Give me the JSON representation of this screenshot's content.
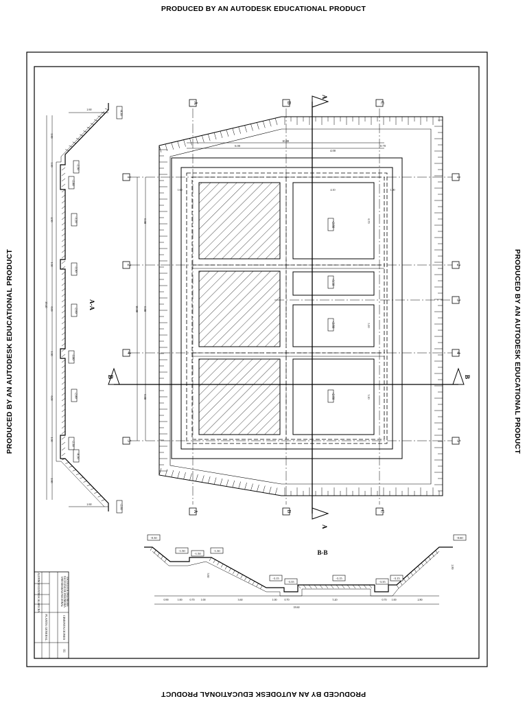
{
  "stamp": "PRODUCED BY AN AUTODESK EDUCATIONAL PRODUCT",
  "grid_columns": [
    "A",
    "B",
    "C"
  ],
  "grid_rows": [
    "1",
    "2",
    "3",
    "4",
    "5"
  ],
  "section_aa": {
    "title": "A-A",
    "cut_label": "A",
    "levels": [
      "-0.30",
      "-2.50",
      "-2.80",
      "-3.20",
      "-3.30",
      "-2.60",
      "-3.80",
      "-2.80",
      "-2.50",
      "-0.30",
      "-2.60",
      "-3.60"
    ],
    "dims": [
      "2.60",
      "1.00",
      "4.50",
      "6.00",
      "6.00",
      "20.40",
      "1.00",
      "1.00",
      "1.00",
      "2.60"
    ]
  },
  "section_bb": {
    "title": "B-B",
    "cut_label": "B",
    "levels": [
      "-0.30",
      "-1.50",
      "-1.50",
      "-1.30",
      "-3.15",
      "-3.35",
      "-3.15",
      "-3.35",
      "-3.15",
      "-0.60"
    ],
    "dims": [
      "0.90",
      "1.00",
      "0.70",
      "1.00",
      "3.60",
      "1.00",
      "0.70",
      "5.20",
      "0.70",
      "1.00",
      "2.80",
      "18.60",
      "3.60",
      "2.80"
    ]
  },
  "plan": {
    "dims_top": [
      "6.00",
      "4.00",
      "10.80",
      "0.70"
    ],
    "dims_side": [
      "6.00",
      "6.00",
      "6.00",
      "18.00"
    ],
    "levels": [
      "-2.80",
      "-3.30",
      "-2.80",
      "-2.80"
    ],
    "inner_dims": [
      "4.10",
      "1.60",
      "1.00",
      "6.70",
      "5.10",
      "3.10"
    ]
  },
  "title_block": {
    "university": "UNIVERSIDAD NACIONAL",
    "faculty": "FACULTAD DE INGENIERIA",
    "school": "ESCUELA DE INGENIERIA",
    "course": "CIMENTACIONES",
    "sheet_title": "PLANTA GENERAL",
    "sheet_no": "01",
    "rows": [
      "ALUMNO",
      "DOCENTE",
      "ESCALA",
      "FECHA"
    ]
  }
}
